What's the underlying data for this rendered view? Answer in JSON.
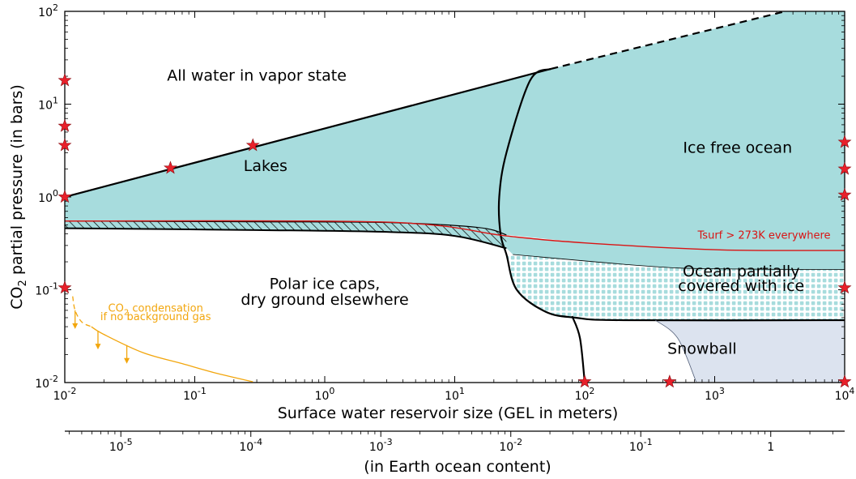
{
  "chart_data": {
    "type": "area",
    "title": "",
    "xlabel": "Surface water reservoir size (GEL in meters)",
    "ylabel": "CO2 partial pressure (in bars)",
    "secondary_xlabel": "(in Earth ocean content)",
    "xscale": "log",
    "yscale": "log",
    "xlim": [
      0.01,
      10000
    ],
    "ylim": [
      0.01,
      100
    ],
    "x_ticks": [
      {
        "value": 0.01,
        "base": "10",
        "exp": "-2"
      },
      {
        "value": 0.1,
        "base": "10",
        "exp": "-1"
      },
      {
        "value": 1,
        "base": "10",
        "exp": "0"
      },
      {
        "value": 10,
        "base": "10",
        "exp": "1"
      },
      {
        "value": 100,
        "base": "10",
        "exp": "2"
      },
      {
        "value": 1000,
        "base": "10",
        "exp": "3"
      },
      {
        "value": 10000,
        "base": "10",
        "exp": "4"
      }
    ],
    "y_ticks": [
      {
        "value": 0.01,
        "base": "10",
        "exp": "-2"
      },
      {
        "value": 0.1,
        "base": "10",
        "exp": "-1"
      },
      {
        "value": 1,
        "base": "10",
        "exp": "0"
      },
      {
        "value": 10,
        "base": "10",
        "exp": "1"
      },
      {
        "value": 100,
        "base": "10",
        "exp": "2"
      }
    ],
    "secondary_axis": {
      "gel_per_unit": 2700,
      "ticks": [
        {
          "value": 1e-05,
          "base": "10",
          "exp": "-5"
        },
        {
          "value": 0.0001,
          "base": "10",
          "exp": "-4"
        },
        {
          "value": 0.001,
          "base": "10",
          "exp": "-3"
        },
        {
          "value": 0.01,
          "base": "10",
          "exp": "-2"
        },
        {
          "value": 0.1,
          "base": "10",
          "exp": "-1"
        },
        {
          "value": 1,
          "base": "",
          "exp": "",
          "text": "1"
        }
      ]
    },
    "colors": {
      "liquid": "#a7dcdd",
      "snowball": "#dce3ef",
      "stars": "#e8202a",
      "condensation": "#f2a60d",
      "tsurf_line": "#d91414"
    },
    "regions": [
      {
        "name": "vapor",
        "label": "All water in vapor state",
        "at": [
          0.3,
          18
        ]
      },
      {
        "name": "lakes",
        "label": "Lakes",
        "at": [
          0.35,
          1.9
        ]
      },
      {
        "name": "ocean",
        "label": "Ice free ocean",
        "at": [
          1500,
          3.0
        ]
      },
      {
        "name": "partial",
        "label": "Ocean partially",
        "label2": "covered with ice",
        "at": [
          1600,
          0.14
        ],
        "at2": [
          1600,
          0.097
        ]
      },
      {
        "name": "polar",
        "label": "Polar ice caps,",
        "label2": "dry ground elsewhere",
        "at": [
          1.0,
          0.102
        ],
        "at2": [
          1.0,
          0.069
        ]
      },
      {
        "name": "snowball",
        "label": "Snowball",
        "at": [
          800,
          0.0205
        ]
      }
    ],
    "boundaries": {
      "vapor_line": [
        [
          0.01,
          1.0
        ],
        [
          55,
          24
        ]
      ],
      "vapor_line_dashed": [
        [
          55,
          24
        ],
        [
          3500,
          100
        ]
      ],
      "lakes_bottom": [
        [
          0.01,
          0.46
        ],
        [
          0.3,
          0.44
        ],
        [
          3,
          0.42
        ],
        [
          10,
          0.38
        ],
        [
          25,
          0.28
        ]
      ],
      "hatch_top": [
        [
          0.01,
          0.55
        ],
        [
          0.3,
          0.54
        ],
        [
          3,
          0.53
        ],
        [
          15,
          0.47
        ],
        [
          25,
          0.39
        ]
      ],
      "tsurf_curve": [
        [
          0.01,
          0.55
        ],
        [
          3,
          0.535
        ],
        [
          25,
          0.38
        ],
        [
          100,
          0.32
        ],
        [
          1000,
          0.27
        ],
        [
          10000,
          0.265
        ]
      ],
      "partial_top": [
        [
          28,
          0.24
        ],
        [
          300,
          0.18
        ],
        [
          1000,
          0.168
        ],
        [
          10000,
          0.165
        ]
      ],
      "ocean_left": [
        [
          55,
          24
        ],
        [
          38,
          18
        ],
        [
          25,
          3
        ],
        [
          22,
          1
        ],
        [
          22.5,
          0.4
        ],
        [
          25,
          0.24
        ],
        [
          30,
          0.1
        ],
        [
          50,
          0.058
        ],
        [
          85,
          0.05
        ],
        [
          200,
          0.047
        ],
        [
          10000,
          0.047
        ]
      ],
      "polar_to_ocean": [
        [
          80,
          0.052
        ],
        [
          92,
          0.03
        ],
        [
          100,
          0.01
        ]
      ],
      "snowball_left": [
        [
          350,
          0.047
        ],
        [
          520,
          0.03
        ],
        [
          720,
          0.0102
        ]
      ]
    },
    "stars": [
      [
        0.01,
        18
      ],
      [
        0.01,
        5.8
      ],
      [
        0.01,
        3.6
      ],
      [
        0.01,
        1.0
      ],
      [
        0.01,
        0.105
      ],
      [
        0.065,
        2.05
      ],
      [
        0.28,
        3.6
      ],
      [
        100,
        0.0102
      ],
      [
        450,
        0.0102
      ],
      [
        10000,
        0.0102
      ],
      [
        10000,
        0.105
      ],
      [
        10000,
        1.05
      ],
      [
        10000,
        2.0
      ],
      [
        10000,
        3.9
      ]
    ],
    "condensation": {
      "label_line1": "CO",
      "label_sub": "2",
      "label_line1_rest": " condensation",
      "label_line2": "if no background gas",
      "label_at": [
        0.05,
        0.058
      ],
      "label2_at": [
        0.05,
        0.047
      ],
      "curve_dashed": [
        [
          0.0115,
          0.085
        ],
        [
          0.012,
          0.06
        ],
        [
          0.0135,
          0.045
        ],
        [
          0.016,
          0.04
        ]
      ],
      "curve_solid": [
        [
          0.016,
          0.04
        ],
        [
          0.02,
          0.033
        ],
        [
          0.04,
          0.021
        ],
        [
          0.08,
          0.016
        ],
        [
          0.15,
          0.0125
        ],
        [
          0.28,
          0.0102
        ]
      ],
      "arrows_x": [
        0.012,
        0.018,
        0.03
      ]
    },
    "tsurf_label": "Tsurf > 273K everywhere",
    "tsurf_label_at": [
      2400,
      0.355
    ],
    "annotations": [
      "Tsurf > 273K everywhere",
      "CO2 condensation if no background gas"
    ]
  }
}
